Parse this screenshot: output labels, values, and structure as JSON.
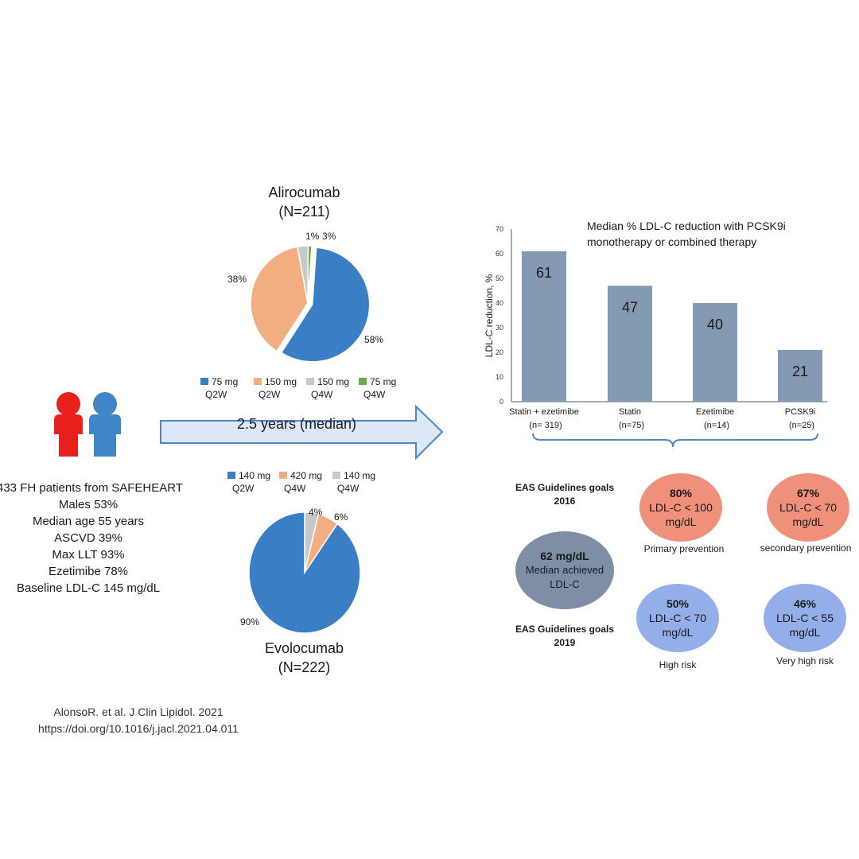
{
  "patients": {
    "lines": [
      "433 FH patients from SAFEHEART",
      "Males 53%",
      "Median age 55 years",
      "ASCVD 39%",
      "Max LLT 93%",
      "Ezetimibe 78%",
      "Baseline LDL-C 145 mg/dL"
    ]
  },
  "arrow": {
    "label": "2.5 years (median)"
  },
  "citation": {
    "line1": "AlonsoR. et al. J  Clin Lipidol.  2021",
    "line2": "https://doi.org/10.1016/j.jacl.2021.04.011"
  },
  "colors": {
    "blue": "#3a7fc6",
    "orange": "#f2ad80",
    "gray": "#c8c8c8",
    "green": "#6aa84f",
    "bar": "#8499b2",
    "salmon": "#ef907a",
    "lightblue": "#93aee8",
    "slate": "#7d8ea5",
    "arrow_fill": "#dce8f8",
    "arrow_stroke": "#4f86c6",
    "person_red": "#e8211e",
    "person_blue": "#3f86c9"
  },
  "chart_data": [
    {
      "type": "pie",
      "title": "Alirocumab",
      "subtitle": "(N=211)",
      "categories": [
        "75 mg Q2W",
        "150 mg Q2W",
        "150 mg Q4W",
        "75 mg Q4W"
      ],
      "legend": [
        {
          "line1": "75 mg",
          "line2": "Q2W"
        },
        {
          "line1": "150 mg",
          "line2": "Q2W"
        },
        {
          "line1": "150 mg",
          "line2": "Q4W"
        },
        {
          "line1": "75 mg",
          "line2": "Q4W"
        }
      ],
      "values": [
        58,
        38,
        3,
        1
      ],
      "labels": [
        "58%",
        "38%",
        "3%",
        "1%"
      ],
      "colors": [
        "#3a7fc6",
        "#f2ad80",
        "#c8c8c8",
        "#6aa84f"
      ]
    },
    {
      "type": "pie",
      "title": "Evolocumab",
      "subtitle": "(N=222)",
      "categories": [
        "140 mg Q2W",
        "420 mg Q4W",
        "140 mg Q4W"
      ],
      "legend": [
        {
          "line1": "140 mg",
          "line2": "Q2W"
        },
        {
          "line1": "420 mg",
          "line2": "Q4W"
        },
        {
          "line1": "140 mg",
          "line2": "Q4W"
        }
      ],
      "values": [
        90,
        6,
        4
      ],
      "labels": [
        "90%",
        "6%",
        "4%"
      ],
      "colors": [
        "#3a7fc6",
        "#f2ad80",
        "#c8c8c8"
      ]
    },
    {
      "type": "bar",
      "title_line1": "Median % LDL-C reduction with PCSK9i",
      "title_line2": "monotherapy or combined therapy",
      "ylabel": "LDL-C reduction, %",
      "ylim": [
        0,
        70
      ],
      "yticks": [
        0,
        10,
        20,
        30,
        40,
        50,
        60,
        70
      ],
      "categories": [
        "Statin + ezetimibe",
        "Statin",
        "Ezetimibe",
        "PCSK9i"
      ],
      "sublabels": [
        "(n= 319)",
        "(n=75)",
        "(n=14)",
        "(n=25)"
      ],
      "values": [
        61,
        47,
        40,
        21
      ],
      "grid": false
    }
  ],
  "goals": {
    "g2016_line1": "EAS Guidelines goals",
    "g2016_line2": "2016",
    "g2019_line1": "EAS Guidelines goals",
    "g2019_line2": "2019",
    "median": {
      "value": "62 mg/dL",
      "line1": "Median achieved",
      "line2": "LDL-C"
    },
    "primary": {
      "pct": "80%",
      "line1": "LDL-C < 100",
      "line2": "mg/dL",
      "caption": "Primary prevention"
    },
    "secondary": {
      "pct": "67%",
      "line1": "LDL-C < 70",
      "line2": "mg/dL",
      "caption": "secondary prevention"
    },
    "high": {
      "pct": "50%",
      "line1": "LDL-C < 70",
      "line2": "mg/dL",
      "caption": "High risk"
    },
    "very_high": {
      "pct": "46%",
      "line1": "LDL-C < 55",
      "line2": "mg/dL",
      "caption": "Very high risk"
    }
  }
}
